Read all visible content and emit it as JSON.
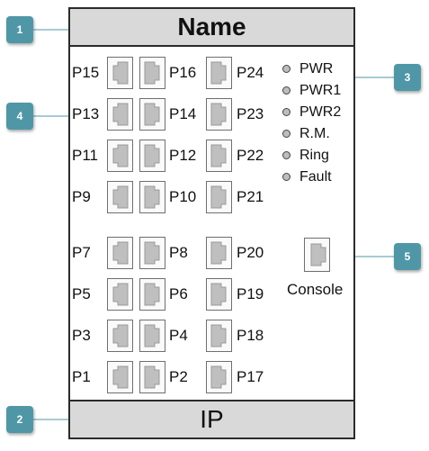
{
  "device": {
    "name": "Name",
    "ip": "IP"
  },
  "ports": {
    "left_labels": [
      "P15",
      "P13",
      "P11",
      "P9",
      "P7",
      "P5",
      "P3",
      "P1"
    ],
    "middle_labels": [
      "P16",
      "P14",
      "P12",
      "P10",
      "P8",
      "P6",
      "P4",
      "P2"
    ],
    "right_labels": [
      "P24",
      "P23",
      "P22",
      "P21",
      "P20",
      "P19",
      "P18",
      "P17"
    ]
  },
  "leds": [
    "PWR",
    "PWR1",
    "PWR2",
    "R.M.",
    "Ring",
    "Fault"
  ],
  "console_label": "Console",
  "callouts": [
    "1",
    "2",
    "3",
    "4",
    "5"
  ],
  "colors": {
    "callout_fill": "#4f97a6",
    "header_fill": "#d9d9d9",
    "port_icon": "#bfbfbf"
  }
}
